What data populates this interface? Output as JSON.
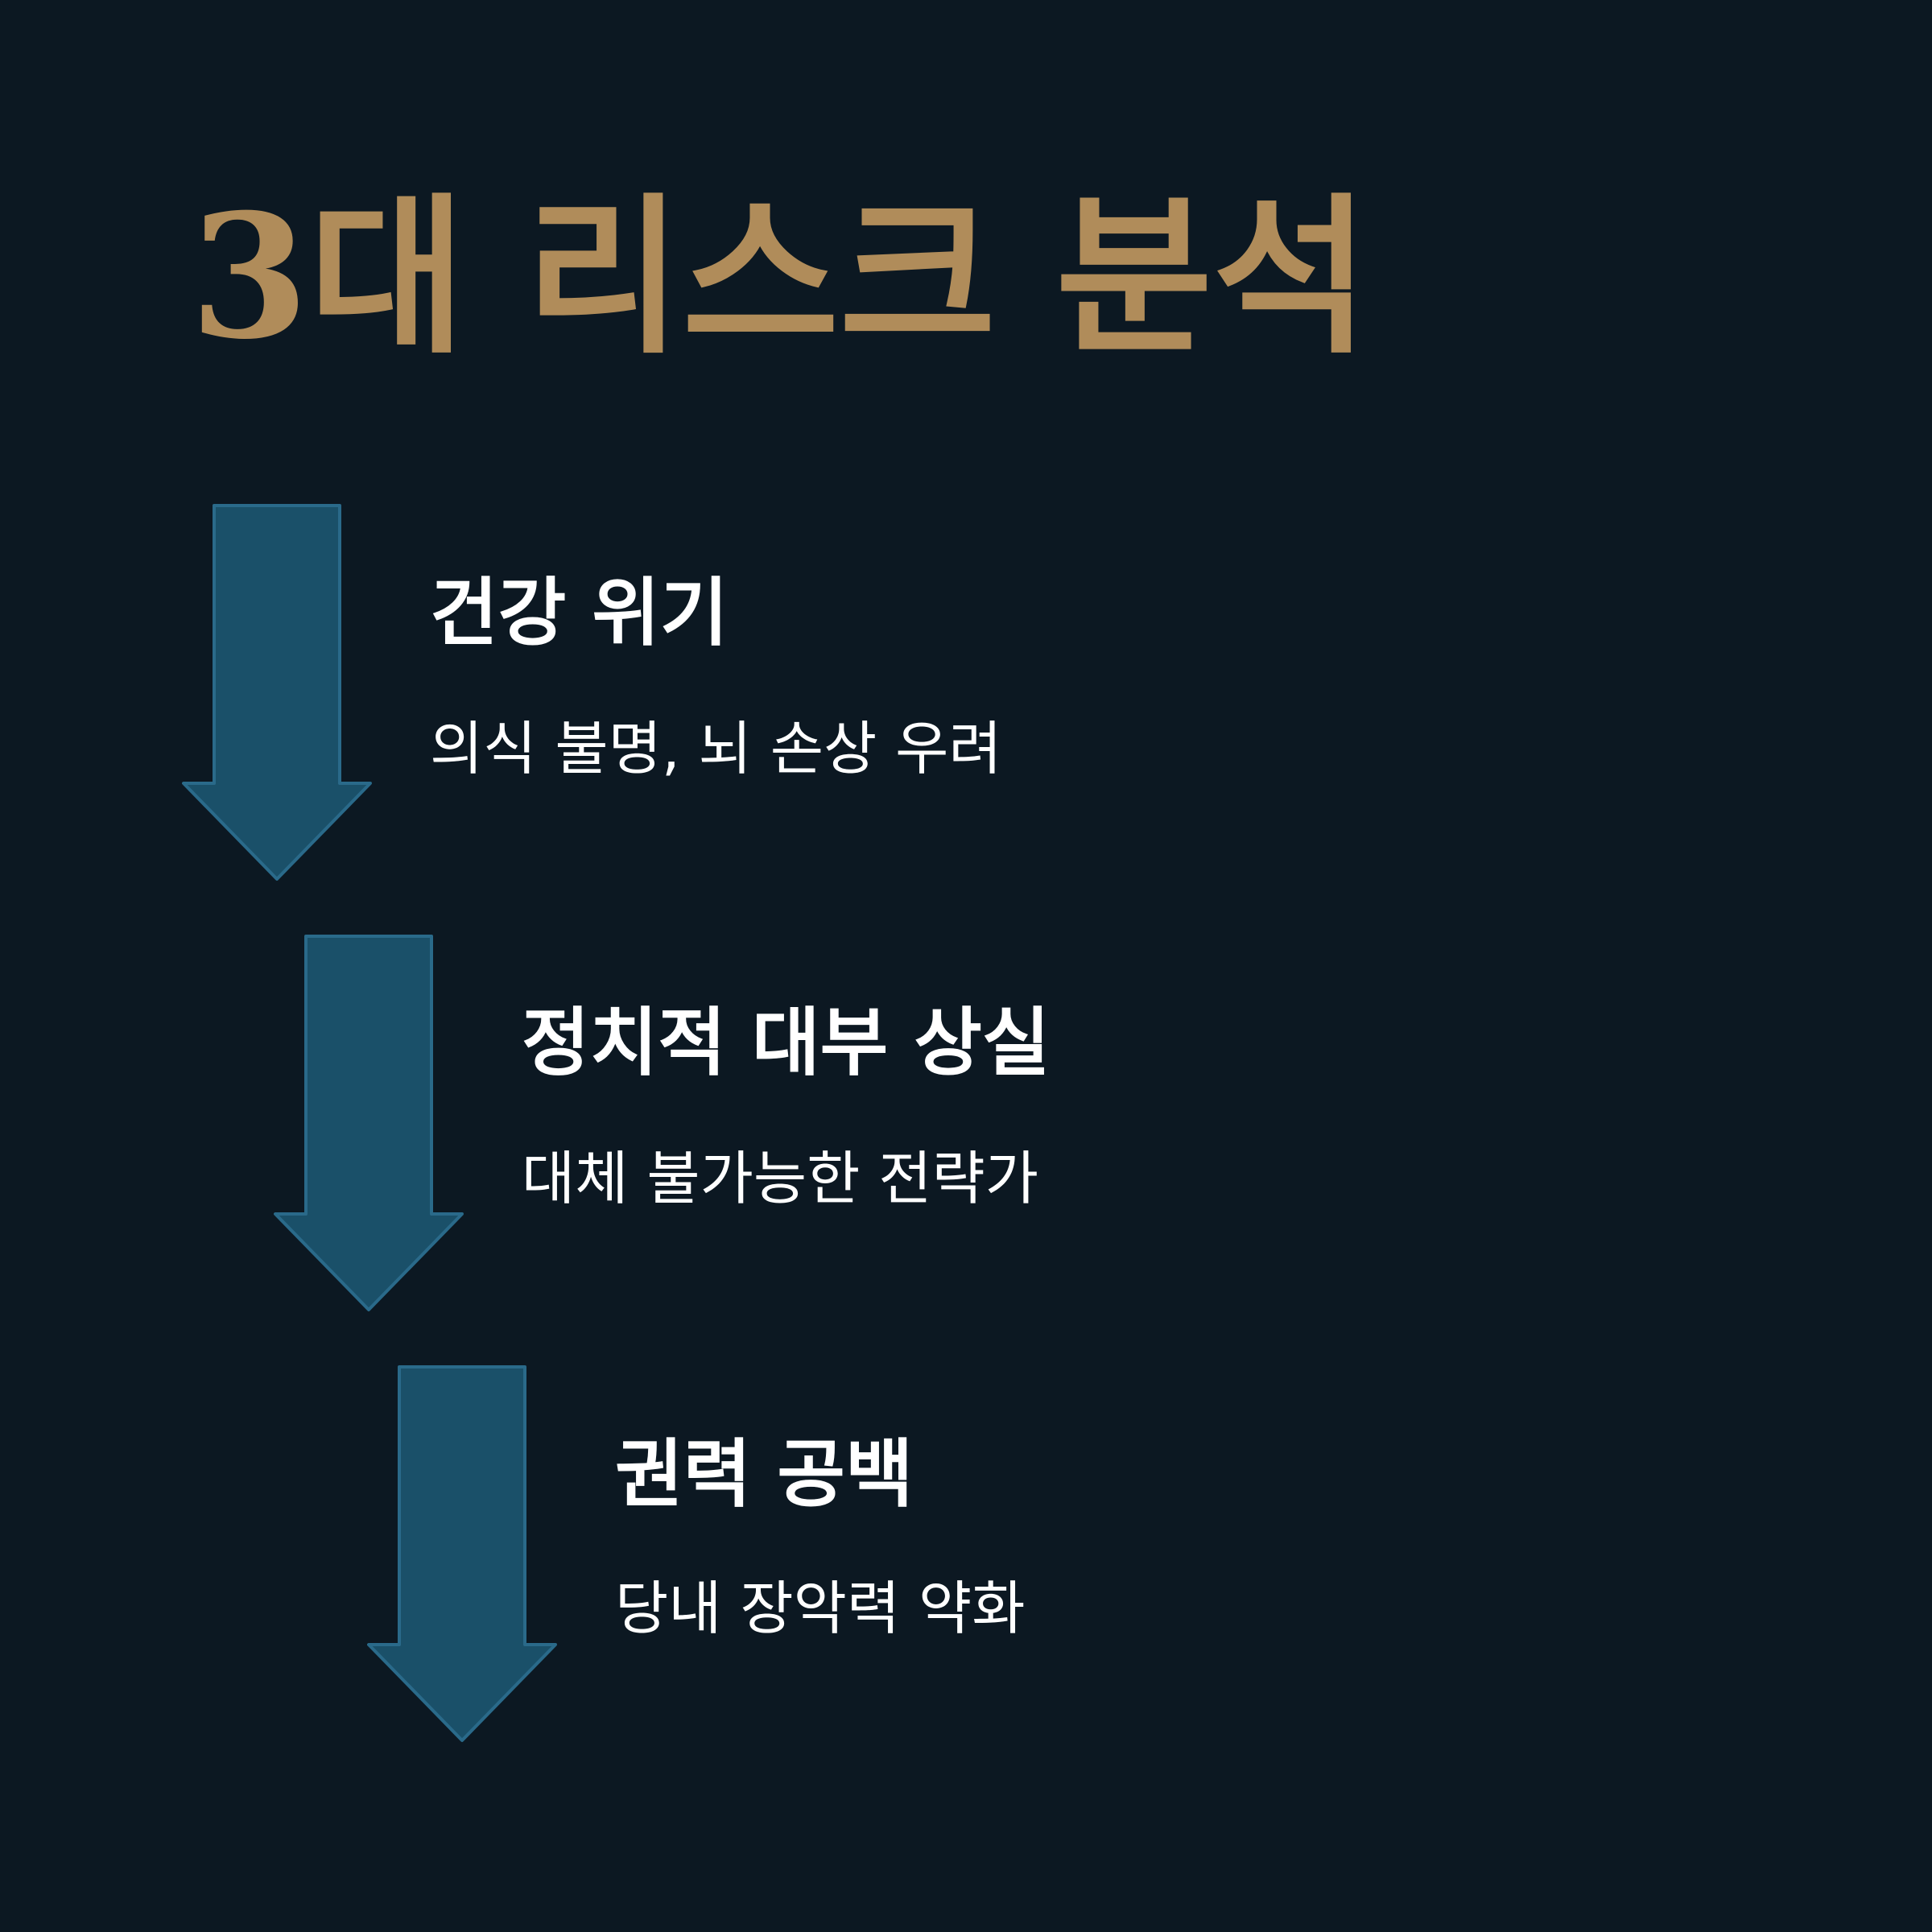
{
  "title": "3대 리스크 분석",
  "colors": {
    "background": "#0c1822",
    "title": "#b08c5a",
    "arrow_fill": "#1a5069",
    "arrow_stroke": "#2a6a8a",
    "text": "#ffffff"
  },
  "steps": [
    {
      "heading": "건강 위기",
      "description": "의식 불명, 뇌 손상 우려",
      "icon": "down-arrow-icon"
    },
    {
      "heading": "정치적 대부 상실",
      "description": "대체 불가능한 전략가",
      "icon": "down-arrow-icon"
    },
    {
      "heading": "권력 공백",
      "description": "당내 장악력 약화",
      "icon": "down-arrow-icon"
    }
  ]
}
